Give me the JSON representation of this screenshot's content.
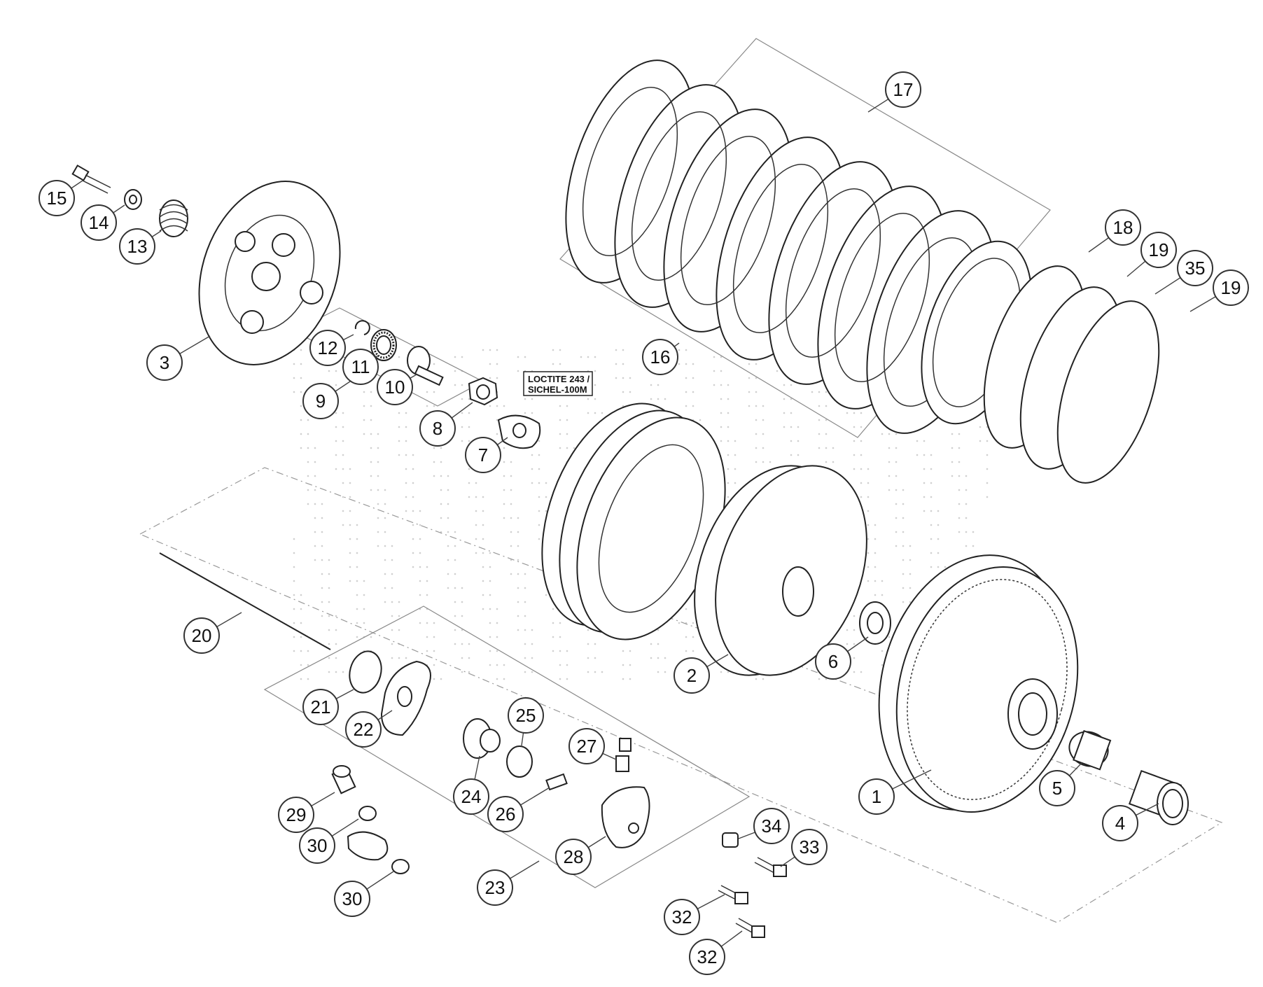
{
  "diagram": {
    "type": "exploded-parts-view",
    "note": {
      "line1": "LOCTITE 243 /",
      "line2": "SICHEL-100M"
    },
    "callouts": [
      {
        "id": "c1",
        "label": "1"
      },
      {
        "id": "c2",
        "label": "2"
      },
      {
        "id": "c3",
        "label": "3"
      },
      {
        "id": "c4",
        "label": "4"
      },
      {
        "id": "c5",
        "label": "5"
      },
      {
        "id": "c6",
        "label": "6"
      },
      {
        "id": "c7",
        "label": "7"
      },
      {
        "id": "c8",
        "label": "8"
      },
      {
        "id": "c9",
        "label": "9"
      },
      {
        "id": "c10",
        "label": "10"
      },
      {
        "id": "c11",
        "label": "11"
      },
      {
        "id": "c12",
        "label": "12"
      },
      {
        "id": "c13",
        "label": "13"
      },
      {
        "id": "c14",
        "label": "14"
      },
      {
        "id": "c15",
        "label": "15"
      },
      {
        "id": "c16",
        "label": "16"
      },
      {
        "id": "c17",
        "label": "17"
      },
      {
        "id": "c18",
        "label": "18"
      },
      {
        "id": "c19a",
        "label": "19"
      },
      {
        "id": "c35",
        "label": "35"
      },
      {
        "id": "c19b",
        "label": "19"
      },
      {
        "id": "c20",
        "label": "20"
      },
      {
        "id": "c21",
        "label": "21"
      },
      {
        "id": "c22",
        "label": "22"
      },
      {
        "id": "c23",
        "label": "23"
      },
      {
        "id": "c24",
        "label": "24"
      },
      {
        "id": "c25",
        "label": "25"
      },
      {
        "id": "c26",
        "label": "26"
      },
      {
        "id": "c27",
        "label": "27"
      },
      {
        "id": "c28",
        "label": "28"
      },
      {
        "id": "c29",
        "label": "29"
      },
      {
        "id": "c30a",
        "label": "30"
      },
      {
        "id": "c30b",
        "label": "30"
      },
      {
        "id": "c34",
        "label": "34"
      },
      {
        "id": "c33",
        "label": "33"
      },
      {
        "id": "c32a",
        "label": "32"
      },
      {
        "id": "c32b",
        "label": "32"
      }
    ]
  }
}
